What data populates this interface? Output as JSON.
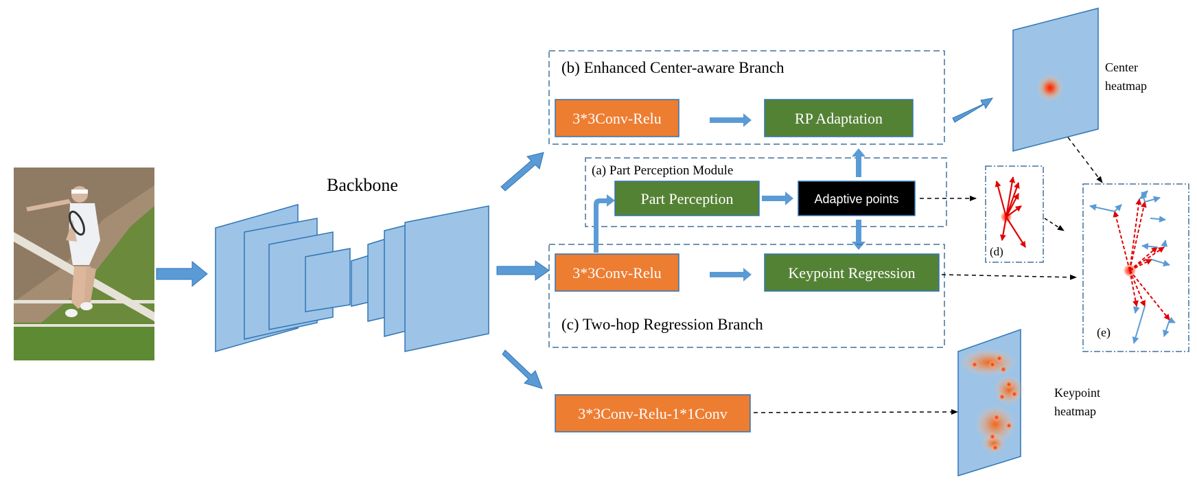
{
  "labels": {
    "backbone": "Backbone",
    "branch_b": "(b) Enhanced Center-aware Branch",
    "module_a": "(a) Part Perception Module",
    "branch_c": "(c) Two-hop Regression Branch",
    "center_heatmap_1": "Center",
    "center_heatmap_2": "heatmap",
    "keypoint_heatmap_1": "Keypoint",
    "keypoint_heatmap_2": "heatmap",
    "panel_d": "(d)",
    "panel_e": "(e)"
  },
  "boxes": {
    "conv_relu_top": "3*3Conv-Relu",
    "rp_adaptation": "RP Adaptation",
    "part_perception": "Part Perception",
    "adaptive_points": "Adaptive points",
    "conv_relu_mid": "3*3Conv-Relu",
    "keypoint_regression": "Keypoint Regression",
    "conv_relu_conv": "3*3Conv-Relu-1*1Conv"
  },
  "colors": {
    "orange": "#ed7d31",
    "green": "#548235",
    "black": "#000000",
    "blue_arrow": "#5b9bd5",
    "plane_fill": "#9dc3e6",
    "plane_stroke": "#2e75b6",
    "dash_frame": "#41719c",
    "red": "#ff0000"
  }
}
